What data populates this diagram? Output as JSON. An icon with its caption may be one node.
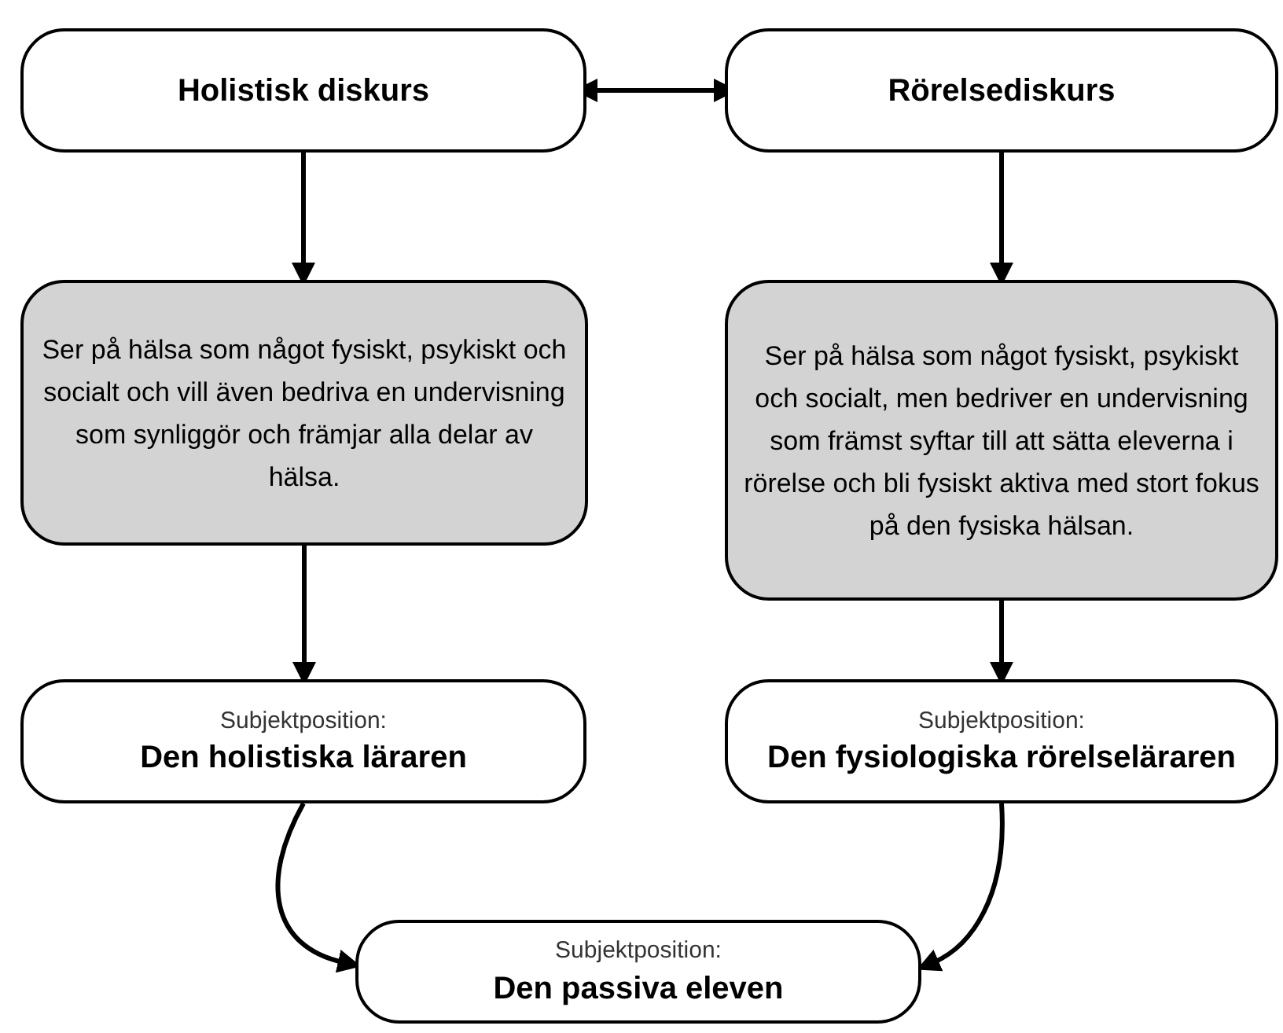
{
  "diagram": {
    "nodes": [
      {
        "text": [
          "Holistisk diskurs"
        ]
      },
      {
        "text": [
          "Rörelsediskurs"
        ]
      },
      {
        "text": [
          "Ser på hälsa som något fysiskt, psykiskt och socialt och vill även bedriva en undervisning som synliggör och främjar alla delar av hälsa."
        ]
      },
      {
        "text": [
          "Ser på hälsa som något fysiskt, psykiskt och socialt, men bedriver en undervisning som främst syftar till att sätta eleverna i rörelse och bli fysiskt aktiva med stort fokus på den fysiska hälsan."
        ]
      },
      {
        "text": [
          "Subjektposition:",
          "Den holistiska läraren"
        ]
      },
      {
        "text": [
          "Subjektposition:",
          "Den fysiologiska rörelseläraren"
        ]
      },
      {
        "text": [
          "Subjektposition:",
          "Den passiva eleven"
        ]
      }
    ],
    "edges": [
      {
        "from": 0,
        "to": 1,
        "arrow": "both"
      },
      {
        "from": 0,
        "to": 2,
        "arrow": "to"
      },
      {
        "from": 1,
        "to": 3,
        "arrow": "to"
      },
      {
        "from": 2,
        "to": 4,
        "arrow": "to"
      },
      {
        "from": 3,
        "to": 5,
        "arrow": "to"
      },
      {
        "from": 4,
        "to": 6,
        "arrow": "to"
      },
      {
        "from": 5,
        "to": 6,
        "arrow": "to"
      }
    ]
  }
}
